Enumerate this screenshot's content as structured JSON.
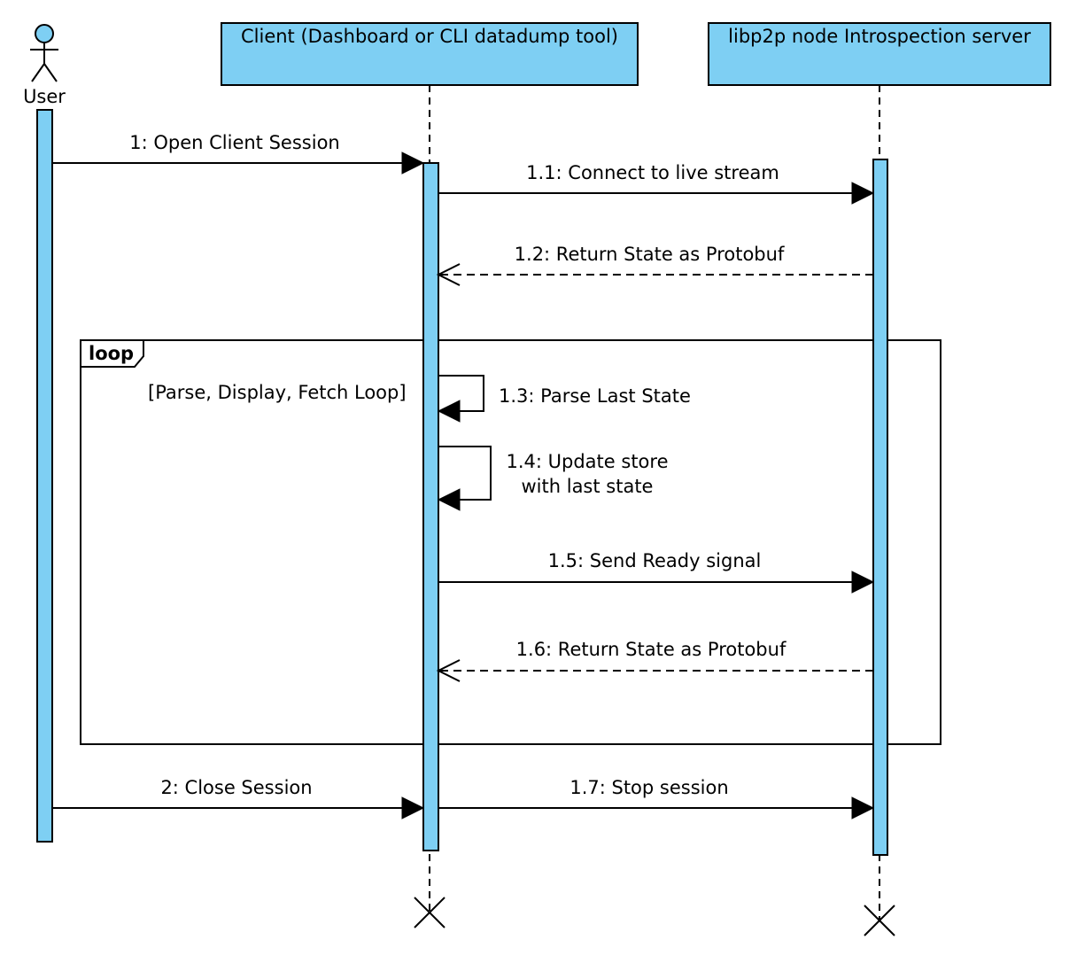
{
  "actor": {
    "name": "User"
  },
  "lifelines": {
    "client": {
      "name": "Client (Dashboard or CLI datadump tool)"
    },
    "server": {
      "name": "libp2p node Introspection server"
    }
  },
  "messages": {
    "m1": "1: Open Client Session",
    "m11": "1.1: Connect to live stream",
    "m12": "1.2: Return State as Protobuf",
    "m13": "1.3: Parse Last State",
    "m14_line1": "1.4: Update store",
    "m14_line2": "with last state",
    "m15": "1.5: Send Ready signal",
    "m16": "1.6: Return State as Protobuf",
    "m2": "2: Close Session",
    "m17": "1.7: Stop session"
  },
  "loop_fragment": {
    "operator": "loop",
    "guard": "[Parse, Display, Fetch Loop]"
  },
  "colors": {
    "lifeline_fill": "#7ecff3",
    "line": "#000000"
  }
}
